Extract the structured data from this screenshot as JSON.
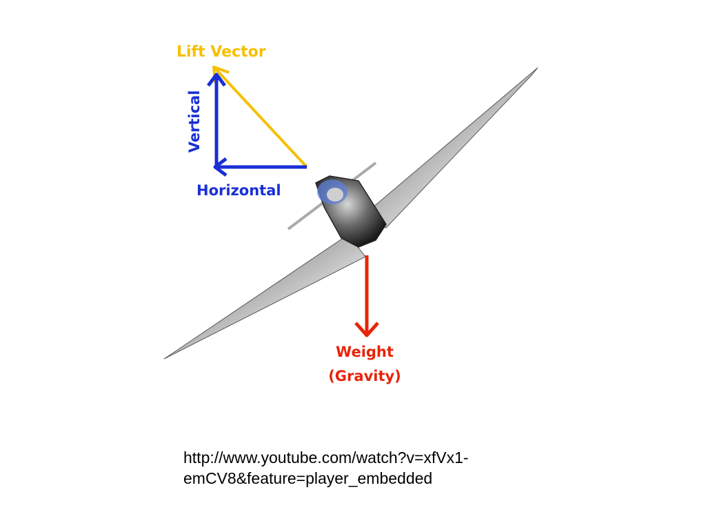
{
  "diagram": {
    "labels": {
      "lift_vector": "Lift Vector",
      "vertical": "Vertical",
      "horizontal": "Horizontal",
      "weight": "Weight",
      "gravity": "(Gravity)"
    },
    "colors": {
      "lift": "#f5c000",
      "components": "#1a2fd6",
      "weight": "#e8240a",
      "aircraft": "#8a8a8a"
    }
  },
  "caption": {
    "line1": "http://www.youtube.com/watch?v=xfVx1-",
    "line2": "emCV8&feature=player_embedded"
  }
}
